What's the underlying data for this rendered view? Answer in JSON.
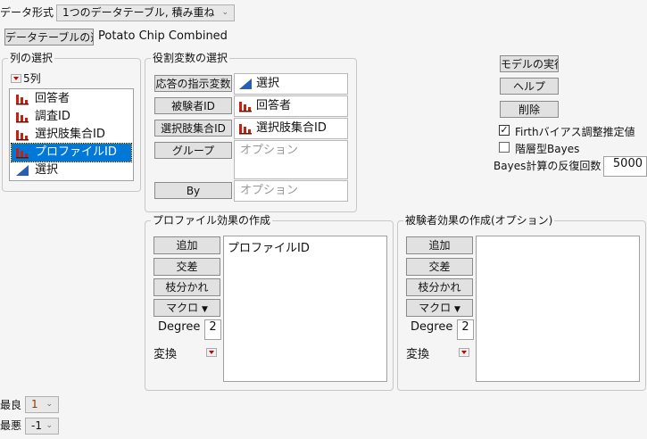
{
  "data_format": {
    "label": "データ形式",
    "value": "1つのデータテーブル, 積み重ね"
  },
  "select_table": {
    "button": "データテーブルの選択",
    "table_name": "Potato Chip Combined"
  },
  "columns": {
    "title": "列の選択",
    "count": "5列",
    "items": [
      {
        "label": "回答者",
        "type": "nominal"
      },
      {
        "label": "調査ID",
        "type": "nominal"
      },
      {
        "label": "選択肢集合ID",
        "type": "nominal"
      },
      {
        "label": "プロファイルID",
        "type": "nominal",
        "selected": true
      },
      {
        "label": "選択",
        "type": "continuous"
      }
    ]
  },
  "roles": {
    "title": "役割変数の選択",
    "items": [
      {
        "button": "応答の指示変数",
        "value": "選択",
        "type": "continuous"
      },
      {
        "button": "被験者ID",
        "value": "回答者",
        "type": "nominal"
      },
      {
        "button": "選択肢集合ID",
        "value": "選択肢集合ID",
        "type": "nominal"
      },
      {
        "button": "グループ",
        "placeholder": "オプション"
      },
      {
        "button": "By",
        "placeholder": "オプション"
      }
    ]
  },
  "actions": {
    "run": "モデルの実行",
    "help": "ヘルプ",
    "remove": "削除"
  },
  "options": {
    "firth": {
      "label": "Firthバイアス調整推定値",
      "checked": true
    },
    "hier_bayes": {
      "label": "階層型Bayes",
      "checked": false
    },
    "iterations_label": "Bayes計算の反復回数",
    "iterations": "5000"
  },
  "profile_effects": {
    "title": "プロファイル効果の作成",
    "add": "追加",
    "cross": "交差",
    "nest": "枝分かれ",
    "macro": "マクロ",
    "degree_label": "Degree",
    "degree": "2",
    "transform": "変換",
    "effects": [
      "プロファイルID"
    ]
  },
  "subject_effects": {
    "title": "被験者効果の作成(オプション)",
    "add": "追加",
    "cross": "交差",
    "nest": "枝分かれ",
    "macro": "マクロ",
    "degree_label": "Degree",
    "degree": "2",
    "transform": "変換",
    "effects": []
  },
  "best": {
    "label": "最良",
    "value": "1"
  },
  "worst": {
    "label": "最悪",
    "value": "-1"
  },
  "colors": {
    "selection": "#0078d7",
    "nominal_icon": "#c8200e",
    "continuous_icon": "#2a5fb0"
  }
}
